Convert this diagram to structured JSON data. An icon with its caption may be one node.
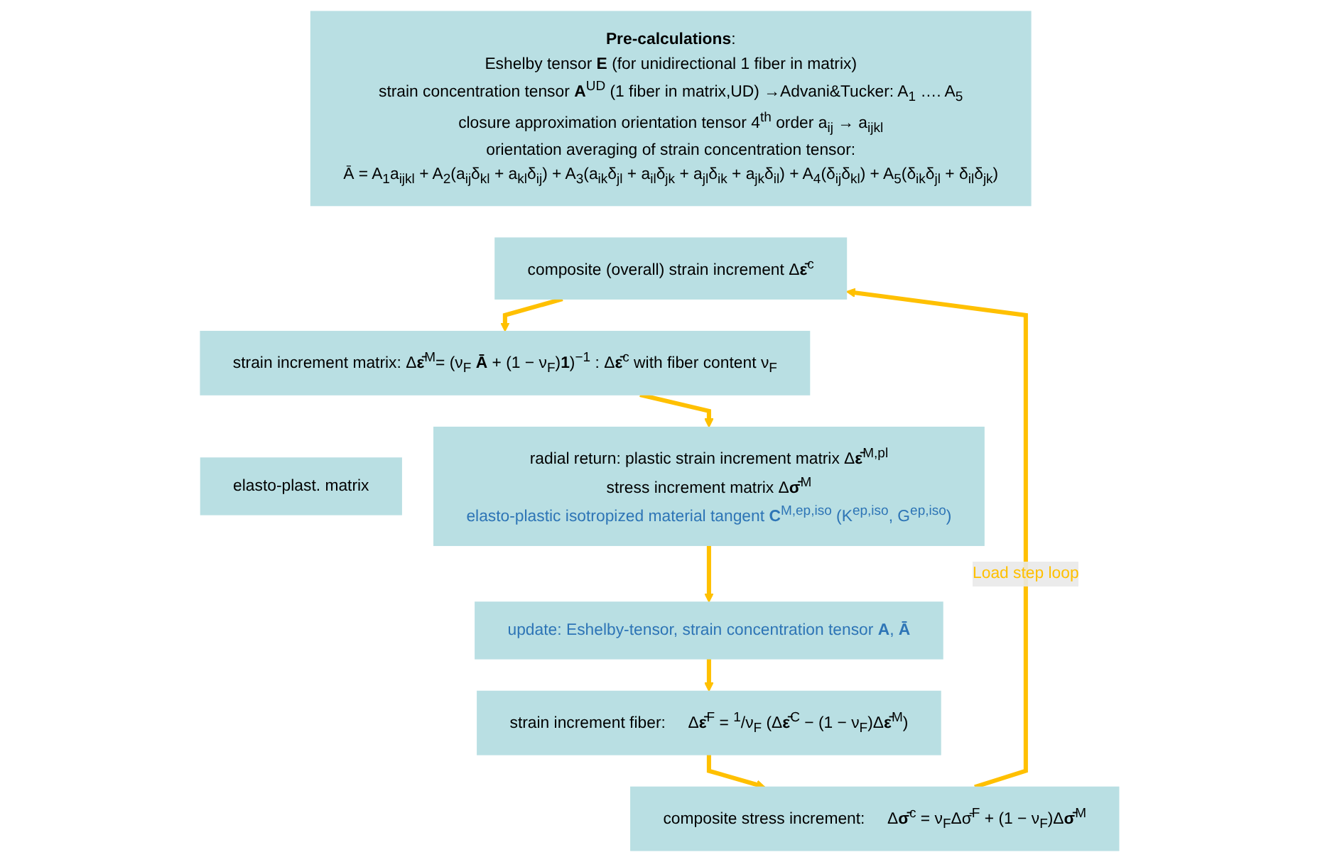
{
  "diagram": {
    "nodes": [
      {
        "text": [
          "**Pre-calculations**:",
          "Eshelby tensor **E** (for unidirectional 1 fiber in matrix)",
          "strain concentration tensor **A**$^{UD}$ (1 fiber in matrix,UD) →Advani&Tucker: A$_{1}$ …. A$_{5}$",
          "closure approximation orientation tensor 4$^{th}$ order a$_{ij}$ → a$_{ijkl}$",
          "orientation averaging of strain concentration tensor:",
          "Ā = A$_{1}$a$_{ijkl}$ + A$_{2}$(a$_{ij}$δ$_{kl}$ + a$_{kl}$δ$_{ij}$) + A$_{3}$(a$_{ik}$δ$_{jl}$ + a$_{il}$δ$_{jk}$ + a$_{jl}$δ$_{ik}$ + a$_{jk}$δ$_{il}$) + A$_{4}$(δ$_{ij}$δ$_{kl}$) + A$_{5}$(δ$_{ik}$δ$_{jl}$ + δ$_{il}$δ$_{jk}$)"
        ]
      },
      {
        "text": [
          "composite (overall) strain increment Δ**ε̄**$^{c}$"
        ]
      },
      {
        "text": [
          "strain increment matrix: Δ**ε̄**$^{M}$= (ν$_{F}$ **Ā** + (1 − ν$_{F}$)**1**)$^{−1}$ : Δ**ε̄**$^{c}$ with fiber content ν$_{F}$"
        ]
      },
      {
        "text": [
          "elasto-plast. matrix"
        ]
      },
      {
        "text": [
          "radial return: plastic strain increment matrix Δ**ε̄**$^{M,pl}$",
          "stress increment matrix Δ**σ̄**$^{M}$",
          "elasto-plastic isotropized material tangent **C**$^{M,ep,iso}$ (K$^{ep,iso}$, G$^{ep,iso}$)"
        ]
      },
      {
        "text": [
          "update: Eshelby-tensor, strain concentration tensor **A**, **Ā**"
        ]
      },
      {
        "text": [
          "strain increment fiber:",
          "Δ**ε̄**$^{F}$ = $^{1}$/ν$_{F}$ (Δ**ε̄**$^{C}$ − (1 − ν$_{F}$)Δ**ε̄**$^{M}$)"
        ]
      },
      {
        "text": [
          "composite stress increment:",
          "Δ**σ̄**$^{c}$ = ν$_{F}$Δσ̄$^{F}$ + (1 − ν$_{F}$)Δ**σ̄**$^{M}$"
        ]
      }
    ],
    "edges": [
      {
        "from": 1,
        "to": 2,
        "arrow": "to"
      },
      {
        "from": 2,
        "to": 4,
        "arrow": "to"
      },
      {
        "from": 4,
        "to": 5,
        "arrow": "to"
      },
      {
        "from": 5,
        "to": 6,
        "arrow": "to"
      },
      {
        "from": 6,
        "to": 7,
        "arrow": "to"
      },
      {
        "from": 7,
        "to": 1,
        "arrow": "to",
        "label": "Load step loop"
      }
    ]
  }
}
